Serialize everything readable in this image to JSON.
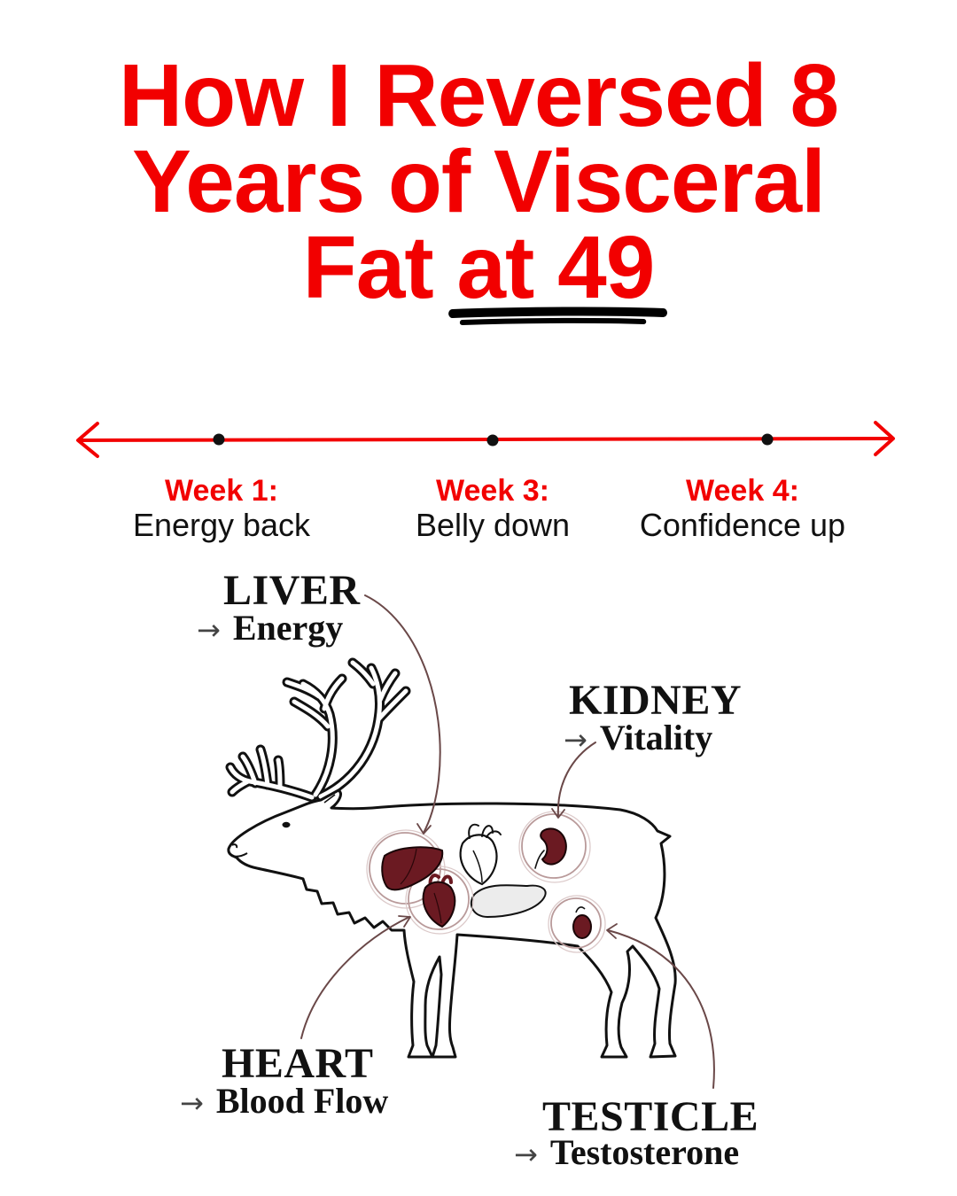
{
  "title": {
    "line1": "How I Reversed 8",
    "line2": "Years of Visceral",
    "line3_plain": "Fat",
    "line3_underlined": "at 49"
  },
  "timeline": {
    "milestones": [
      {
        "label": "Week 1:",
        "text": "Energy back"
      },
      {
        "label": "Week 3:",
        "text": "Belly down"
      },
      {
        "label": "Week 4:",
        "text": "Confidence up"
      }
    ]
  },
  "diagram": {
    "arrow_glyph": "→",
    "labels": [
      {
        "organ": "LIVER",
        "benefit": "Energy"
      },
      {
        "organ": "KIDNEY",
        "benefit": "Vitality"
      },
      {
        "organ": "HEART",
        "benefit": "Blood Flow"
      },
      {
        "organ": "TESTICLE",
        "benefit": "Testosterone"
      }
    ]
  },
  "colors": {
    "accent_red": "#f20000",
    "text": "#111111",
    "organ": "#6b1a22",
    "pointer": "#6a4848"
  }
}
